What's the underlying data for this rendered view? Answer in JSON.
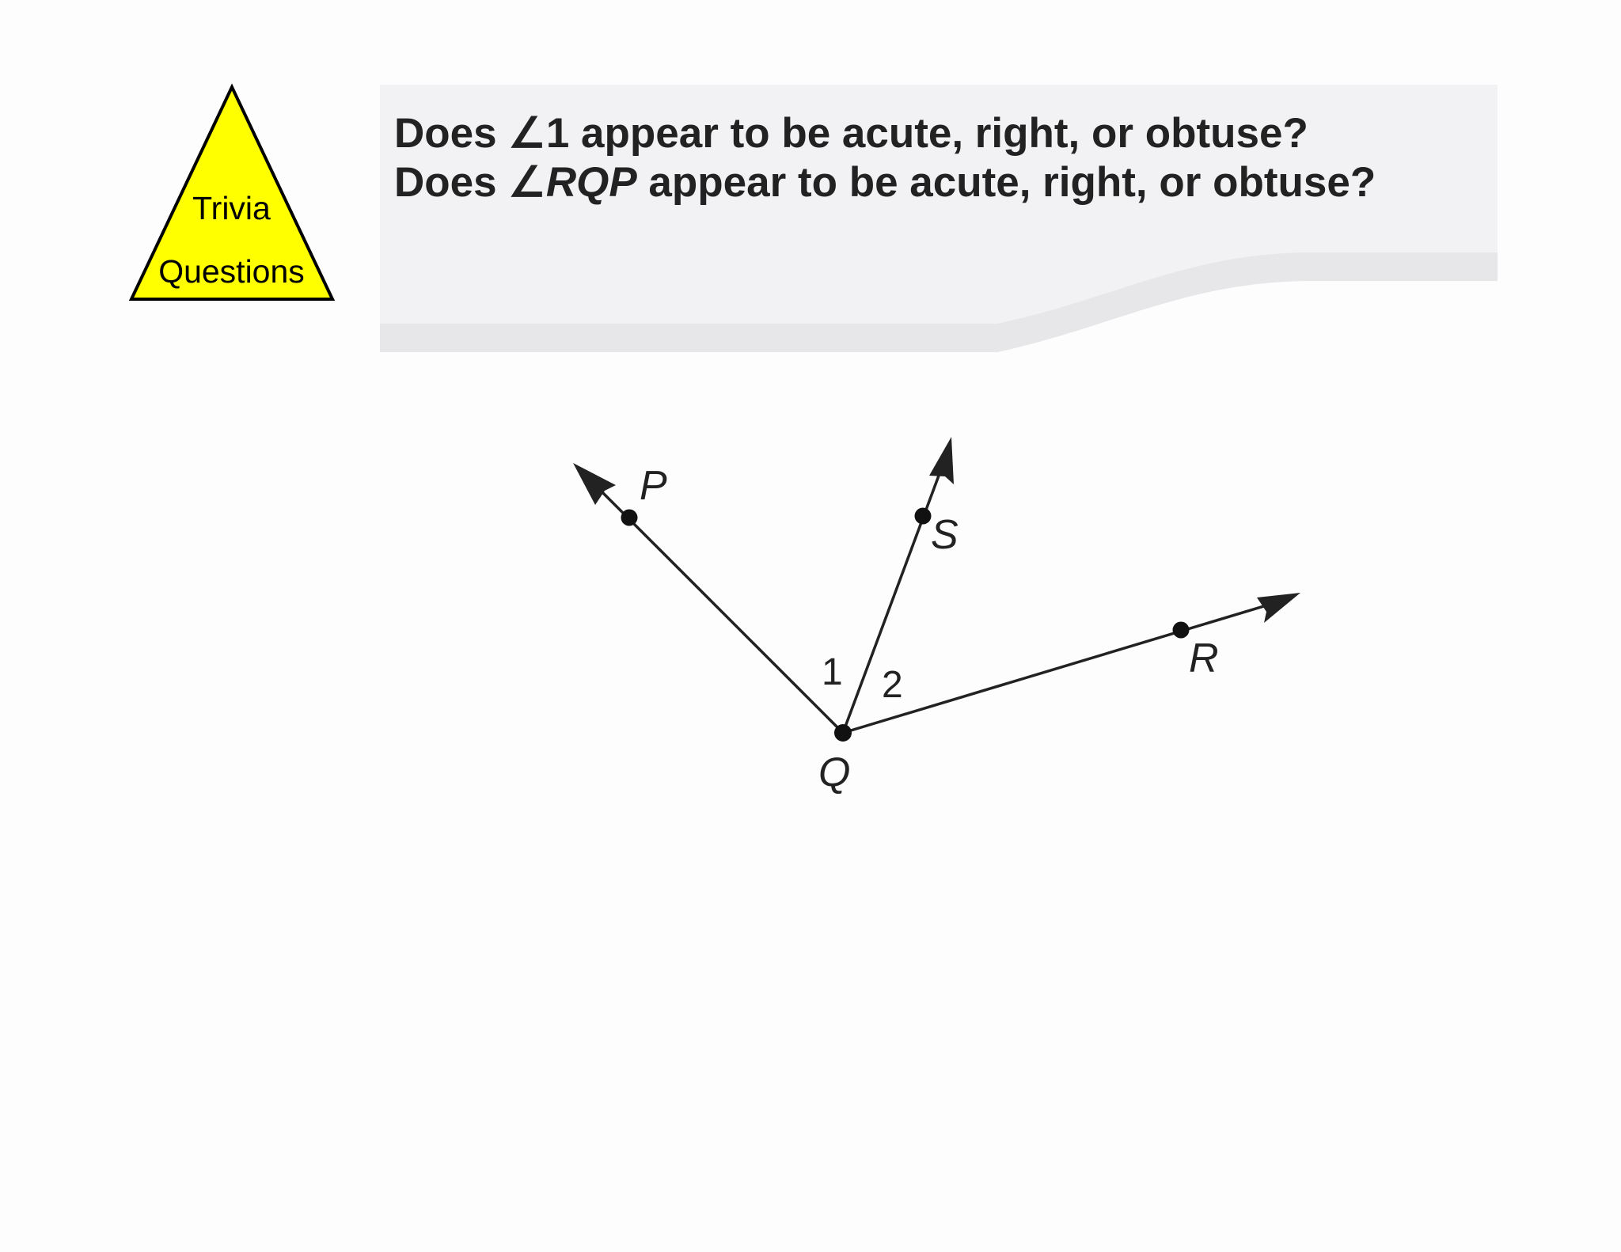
{
  "badge": {
    "line1": "Trivia",
    "line2": "Questions",
    "color": "#ffff00"
  },
  "question": {
    "line1": "Does ∠1 appear to be acute, right, or obtuse?",
    "line2_prefix": "Does ∠",
    "line2_angle": "RQP",
    "line2_suffix": " appear to be acute, right, or obtuse?"
  },
  "diagram": {
    "points": {
      "P": "P",
      "S": "S",
      "R": "R",
      "Q": "Q"
    },
    "angles": {
      "a1": "1",
      "a2": "2"
    }
  }
}
